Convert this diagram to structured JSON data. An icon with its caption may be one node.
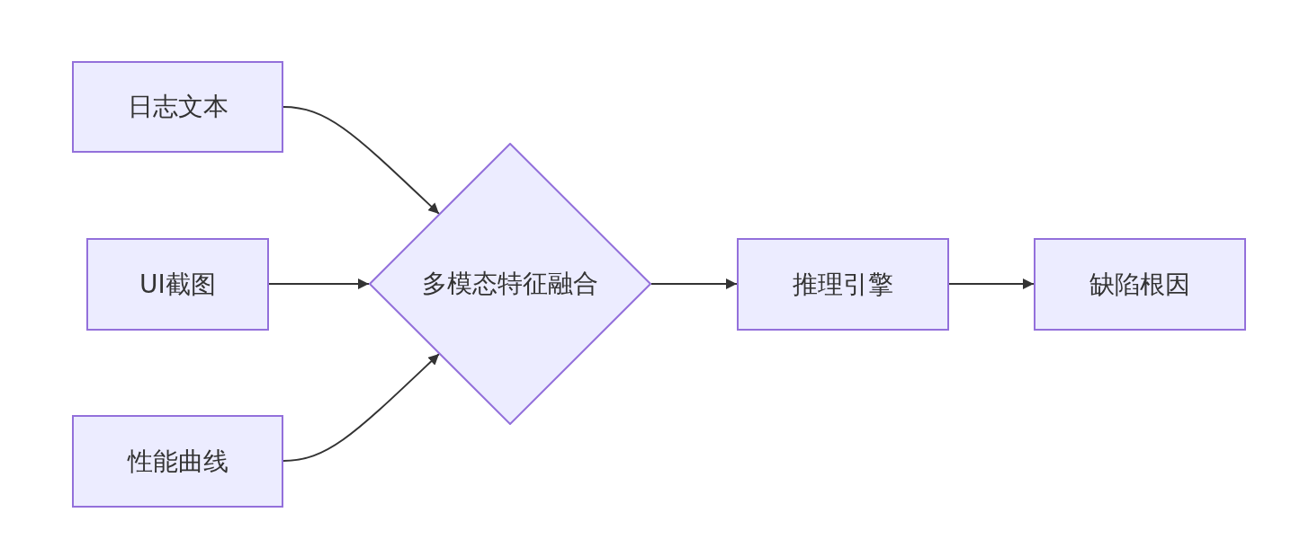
{
  "diagram": {
    "nodes": [
      {
        "text": [
          "日志文本"
        ]
      },
      {
        "text": [
          "UI截图"
        ]
      },
      {
        "text": [
          "性能曲线"
        ]
      },
      {
        "text": [
          "多模态特征融合"
        ]
      },
      {
        "text": [
          "推理引擎"
        ]
      },
      {
        "text": [
          "缺陷根因"
        ]
      }
    ],
    "edges": [
      {
        "from": 0,
        "to": 3,
        "arrow": "to"
      },
      {
        "from": 1,
        "to": 3,
        "arrow": "to"
      },
      {
        "from": 2,
        "to": 3,
        "arrow": "to"
      },
      {
        "from": 3,
        "to": 4,
        "arrow": "to"
      },
      {
        "from": 4,
        "to": 5,
        "arrow": "to"
      }
    ]
  }
}
